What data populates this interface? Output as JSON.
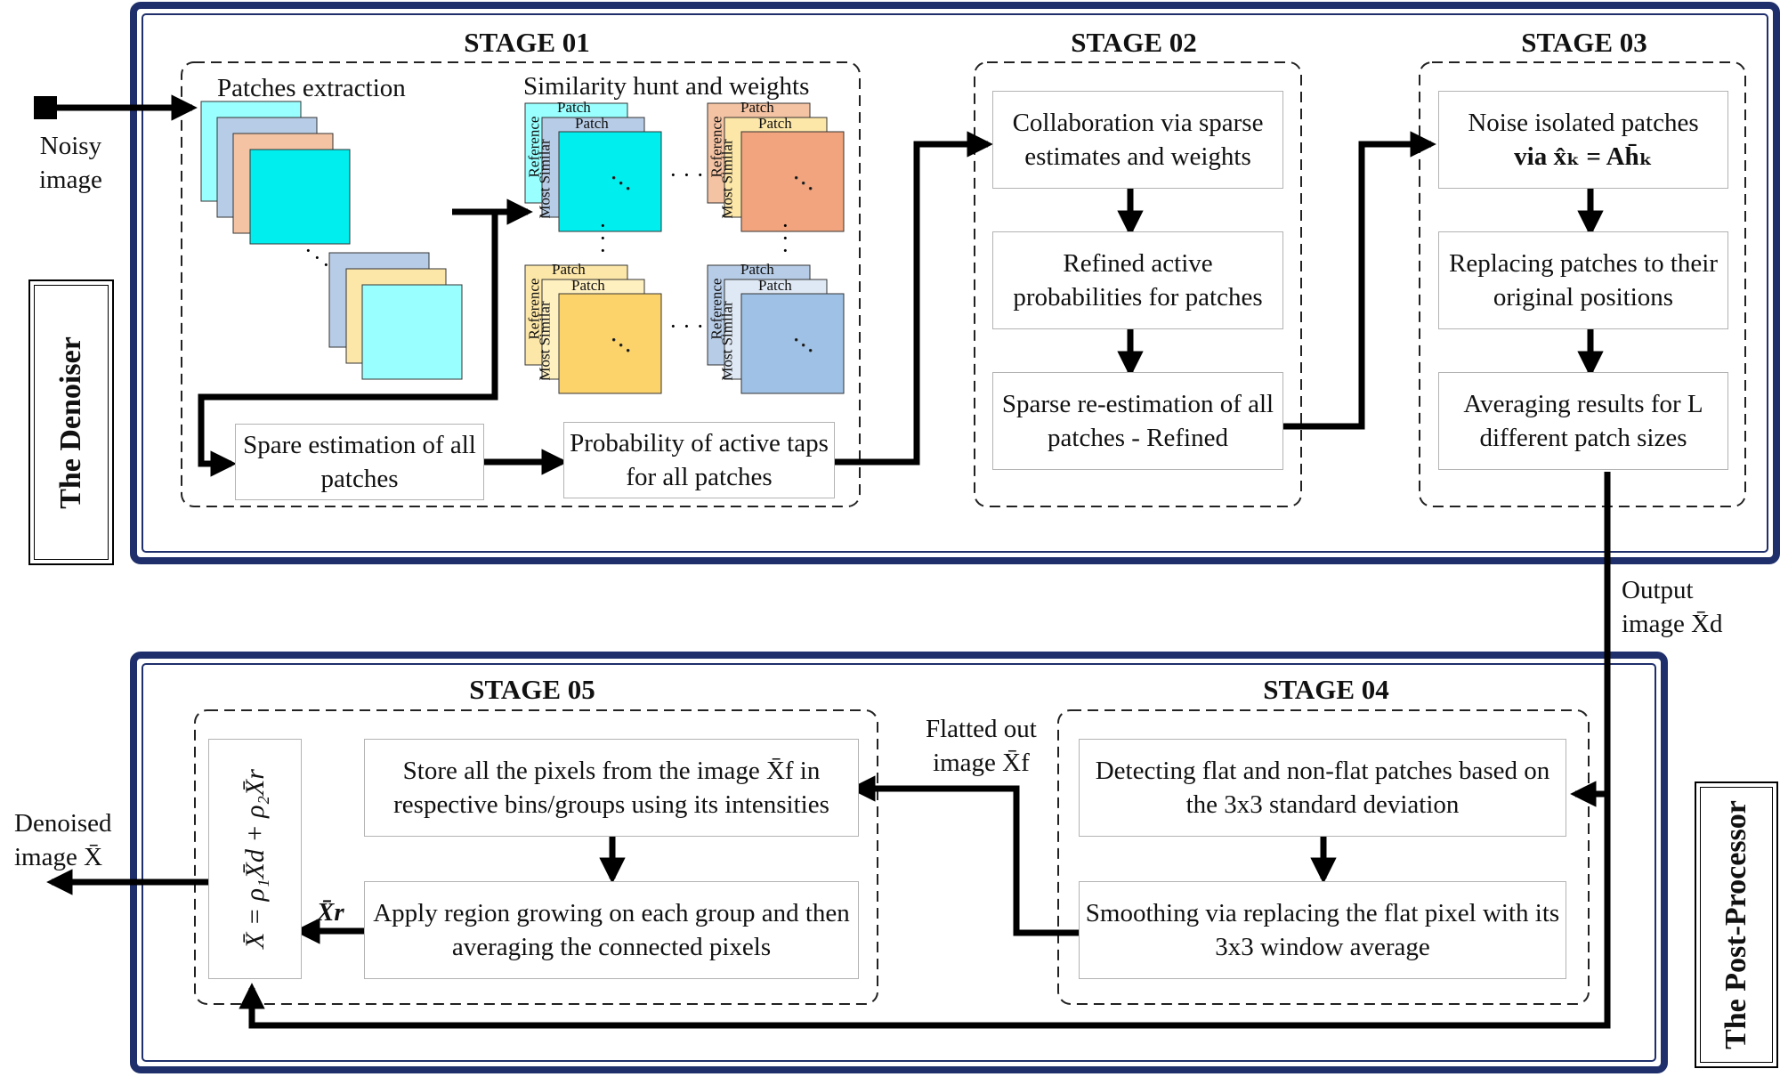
{
  "side_titles": {
    "denoiser": "The Denoiser",
    "postprocessor": "The Post-Processor"
  },
  "stages": {
    "s01": "STAGE 01",
    "s02": "STAGE 02",
    "s03": "STAGE 03",
    "s04": "STAGE 04",
    "s05": "STAGE 05"
  },
  "stage01": {
    "patches_extraction": "Patches extraction",
    "similarity": "Similarity hunt and weights",
    "patch_tab": "Patch",
    "reference": "Reference",
    "most_similar": "Most Similar",
    "sparse_est": "Spare estimation of all patches",
    "prob_active": "Probability of active taps for all patches"
  },
  "stage02": {
    "b1": "Collaboration via sparse estimates and weights",
    "b2": "Refined active probabilities for patches",
    "b3": "Sparse re-estimation of all patches - Refined"
  },
  "stage03": {
    "b1_line1": "Noise isolated patches",
    "b1_line2": "via  x̂ₖ = Ah̄ₖ",
    "b2": "Replacing patches to their original positions",
    "b3_line1": "Averaging results for L",
    "b3_line2": "different patch sizes"
  },
  "stage04": {
    "b1": "Detecting flat and non-flat patches based on the 3x3 standard deviation",
    "b2": "Smoothing via replacing the flat pixel with its 3x3 window average"
  },
  "stage05": {
    "b1_line1": "Store all the pixels from the image X̄f in",
    "b1_line2": "respective bins/groups using its intensities",
    "b2": "Apply region growing on each group and then averaging the connected pixels",
    "equation": "X̄ = ρ₁X̄d + ρ₂X̄r",
    "xr_label": "X̄r"
  },
  "io": {
    "noisy_line1": "Noisy",
    "noisy_line2": "image",
    "output_line1": "Output",
    "output_line2": "image X̄d",
    "flatted_line1": "Flatted out",
    "flatted_line2": "image X̄f",
    "denoised_line1": "Denoised",
    "denoised_line2": "image X̄"
  },
  "colors": {
    "frame": "#1f2f6b",
    "cyan": "#00eeee",
    "light_cyan": "#99ffff",
    "steel": "#b7cce6",
    "peach": "#f4c3a3",
    "salmon": "#f1a47d",
    "gold": "#fcd36a",
    "cream": "#fde7a8",
    "blue": "#9fc1e5"
  }
}
